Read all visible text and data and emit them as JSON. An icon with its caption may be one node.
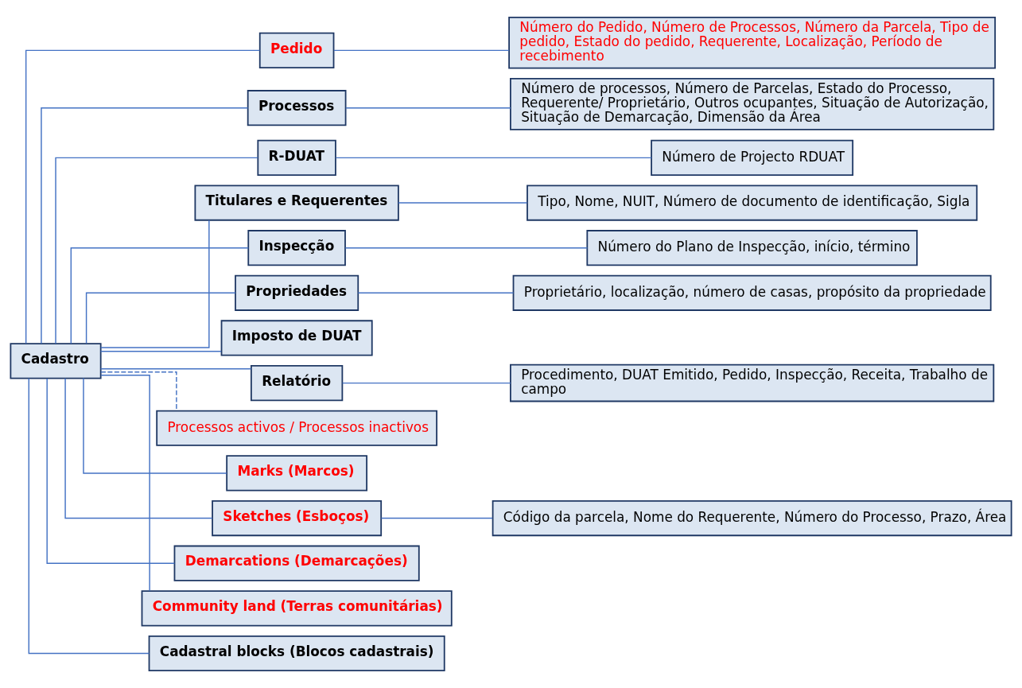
{
  "diagram": {
    "nodes": [
      {
        "text": [
          "Pedido"
        ]
      },
      {
        "text": [
          "Número do Pedido, Número de Processos, Número da Parcela, Tipo de pedido, Estado do pedido, Requerente, Localização, Período de recebimento"
        ]
      },
      {
        "text": [
          "Processos"
        ]
      },
      {
        "text": [
          "Número de processos, Número de Parcelas, Estado do Processo, Requerente/ Proprietário, Outros ocupantes, Situação de Autorização, Situação de Demarcação, Dimensão da Área"
        ]
      },
      {
        "text": [
          "R-DUAT"
        ]
      },
      {
        "text": [
          "Número de Projecto RDUAT"
        ]
      },
      {
        "text": [
          "Titulares e Requerentes"
        ]
      },
      {
        "text": [
          "Tipo, Nome, NUIT, Número de documento de identificação, Sigla"
        ]
      },
      {
        "text": [
          "Inspecção"
        ]
      },
      {
        "text": [
          "Número do Plano de Inspecção, início, término"
        ]
      },
      {
        "text": [
          "Propriedades"
        ]
      },
      {
        "text": [
          "Proprietário, localização, número de casas, propósito da propriedade"
        ]
      },
      {
        "text": [
          "Imposto de DUAT"
        ]
      },
      {
        "text": [
          "Relatório"
        ]
      },
      {
        "text": [
          "Procedimento, DUAT Emitido, Pedido, Inspecção, Receita, Trabalho de campo"
        ]
      },
      {
        "text": [
          "Cadastro"
        ]
      },
      {
        "text": [
          "Processos activos / Processos inactivos"
        ]
      },
      {
        "text": [
          "Marks (Marcos)"
        ]
      },
      {
        "text": [
          "Sketches (Esboços)"
        ]
      },
      {
        "text": [
          "Código da parcela, Nome do Requerente, Número do Processo, Prazo, Área"
        ]
      },
      {
        "text": [
          "Demarcations (Demarcações)"
        ]
      },
      {
        "text": [
          "Community land (Terras comunitárias)"
        ]
      },
      {
        "text": [
          "Cadastral blocks (Blocos cadastrais)"
        ]
      }
    ],
    "edges": [
      {
        "from": 15,
        "to": 0,
        "arrow": "none"
      },
      {
        "from": 0,
        "to": 1,
        "arrow": "none"
      },
      {
        "from": 15,
        "to": 2,
        "arrow": "none"
      },
      {
        "from": 2,
        "to": 3,
        "arrow": "none"
      },
      {
        "from": 15,
        "to": 4,
        "arrow": "none"
      },
      {
        "from": 4,
        "to": 5,
        "arrow": "none"
      },
      {
        "from": 15,
        "to": 6,
        "arrow": "none"
      },
      {
        "from": 6,
        "to": 7,
        "arrow": "none"
      },
      {
        "from": 15,
        "to": 8,
        "arrow": "none"
      },
      {
        "from": 8,
        "to": 9,
        "arrow": "none"
      },
      {
        "from": 15,
        "to": 10,
        "arrow": "none"
      },
      {
        "from": 10,
        "to": 11,
        "arrow": "none"
      },
      {
        "from": 15,
        "to": 12,
        "arrow": "none"
      },
      {
        "from": 15,
        "to": 13,
        "arrow": "none"
      },
      {
        "from": 13,
        "to": 14,
        "arrow": "none"
      },
      {
        "from": 15,
        "to": 16,
        "arrow": "none",
        "style": "dashed"
      },
      {
        "from": 15,
        "to": 17,
        "arrow": "none"
      },
      {
        "from": 15,
        "to": 18,
        "arrow": "none"
      },
      {
        "from": 18,
        "to": 19,
        "arrow": "none"
      },
      {
        "from": 15,
        "to": 20,
        "arrow": "none"
      },
      {
        "from": 15,
        "to": 21,
        "arrow": "none"
      },
      {
        "from": 15,
        "to": 22,
        "arrow": "none"
      }
    ]
  }
}
